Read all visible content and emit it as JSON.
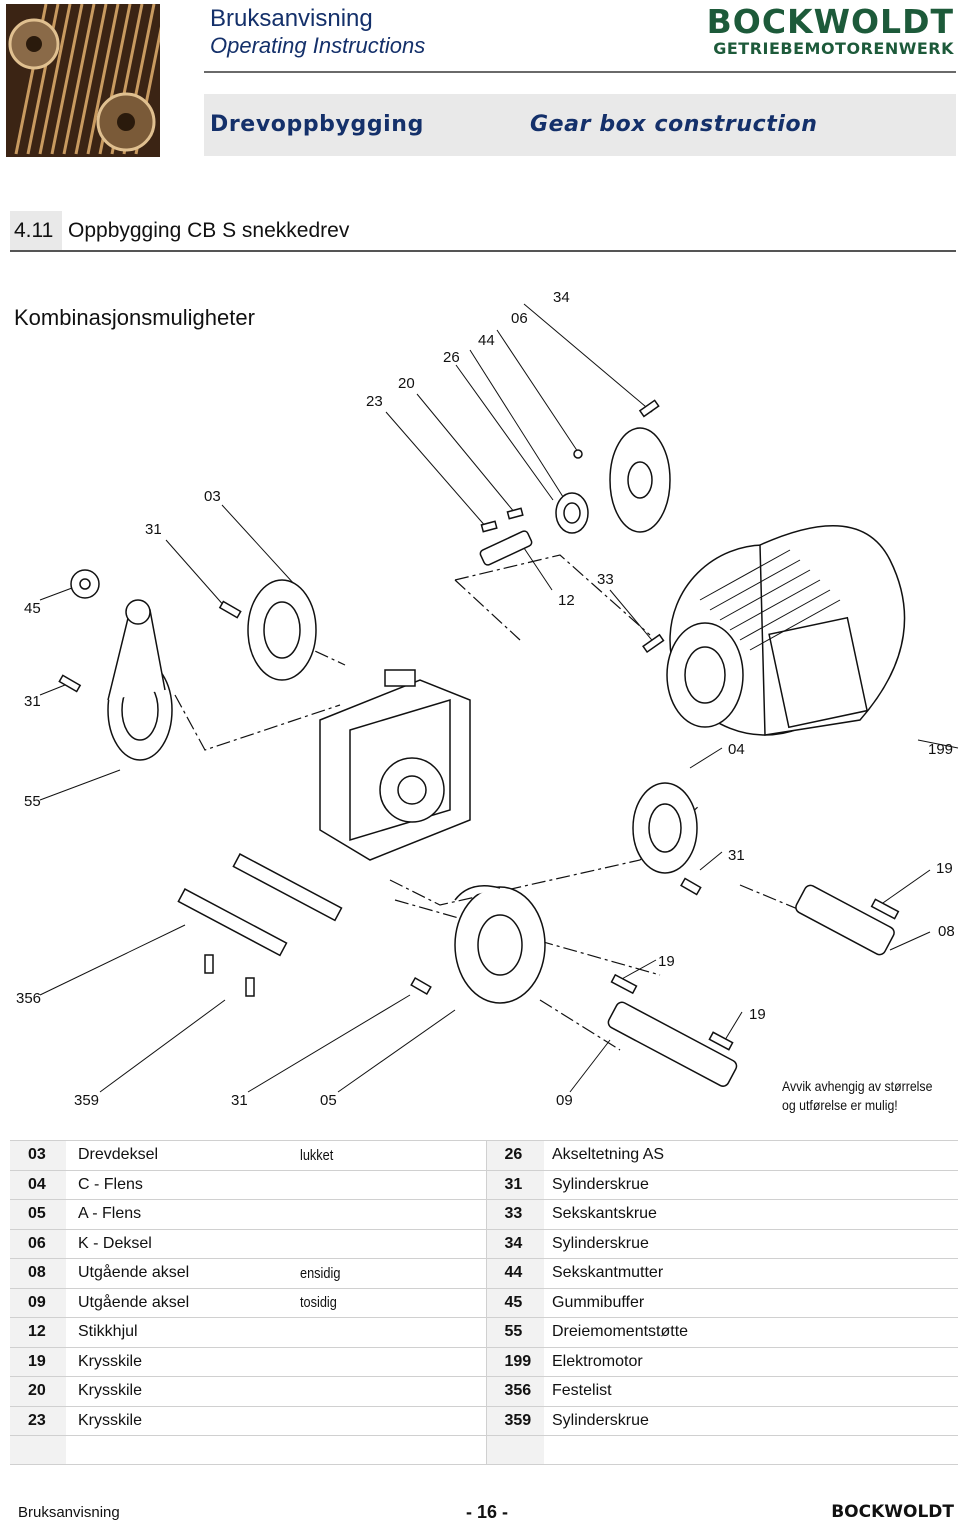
{
  "header": {
    "title_no": "Bruksanvisning",
    "title_en": "Operating Instructions",
    "brand": "BOCKWOLDT",
    "brand_sub": "GETRIEBEMOTORENWERK"
  },
  "section": {
    "no": "Drevoppbygging",
    "en": "Gear box construction"
  },
  "heading": {
    "number": "4.11",
    "text": "Oppbygging CB S snekkedrev"
  },
  "subheading": "Kombinasjonsmuligheter",
  "callouts": [
    "34",
    "06",
    "44",
    "26",
    "20",
    "23",
    "03",
    "31",
    "45",
    "12",
    "33",
    "31",
    "04",
    "199",
    "55",
    "31",
    "19",
    "08",
    "19",
    "356",
    "19",
    "359",
    "31",
    "05",
    "09"
  ],
  "note": [
    "Avvik avhengig av størrelse",
    "og utførelse er mulig!"
  ],
  "parts": [
    {
      "nl": "03",
      "dl": "Drevdeksel",
      "vl": "lukket",
      "nr": "26",
      "dr": "Akseltetning AS"
    },
    {
      "nl": "04",
      "dl": "C - Flens",
      "vl": "",
      "nr": "31",
      "dr": "Sylinderskrue"
    },
    {
      "nl": "05",
      "dl": "A - Flens",
      "vl": "",
      "nr": "33",
      "dr": "Sekskantskrue"
    },
    {
      "nl": "06",
      "dl": "K - Deksel",
      "vl": "",
      "nr": "34",
      "dr": "Sylinderskrue"
    },
    {
      "nl": "08",
      "dl": "Utgående aksel",
      "vl": "ensidig",
      "nr": "44",
      "dr": "Sekskantmutter"
    },
    {
      "nl": "09",
      "dl": "Utgående aksel",
      "vl": "tosidig",
      "nr": "45",
      "dr": "Gummibuffer"
    },
    {
      "nl": "12",
      "dl": "Stikkhjul",
      "vl": "",
      "nr": "55",
      "dr": "Dreiemomentstøtte"
    },
    {
      "nl": "19",
      "dl": "Krysskile",
      "vl": "",
      "nr": "199",
      "dr": "Elektromotor"
    },
    {
      "nl": "20",
      "dl": "Krysskile",
      "vl": "",
      "nr": "356",
      "dr": "Festelist"
    },
    {
      "nl": "23",
      "dl": "Krysskile",
      "vl": "",
      "nr": "359",
      "dr": "Sylinderskrue"
    },
    {
      "nl": "",
      "dl": "",
      "vl": "",
      "nr": "",
      "dr": ""
    }
  ],
  "footer": {
    "left": "Bruksanvisning",
    "center": "- 16 -",
    "right": "BOCKWOLDT"
  }
}
